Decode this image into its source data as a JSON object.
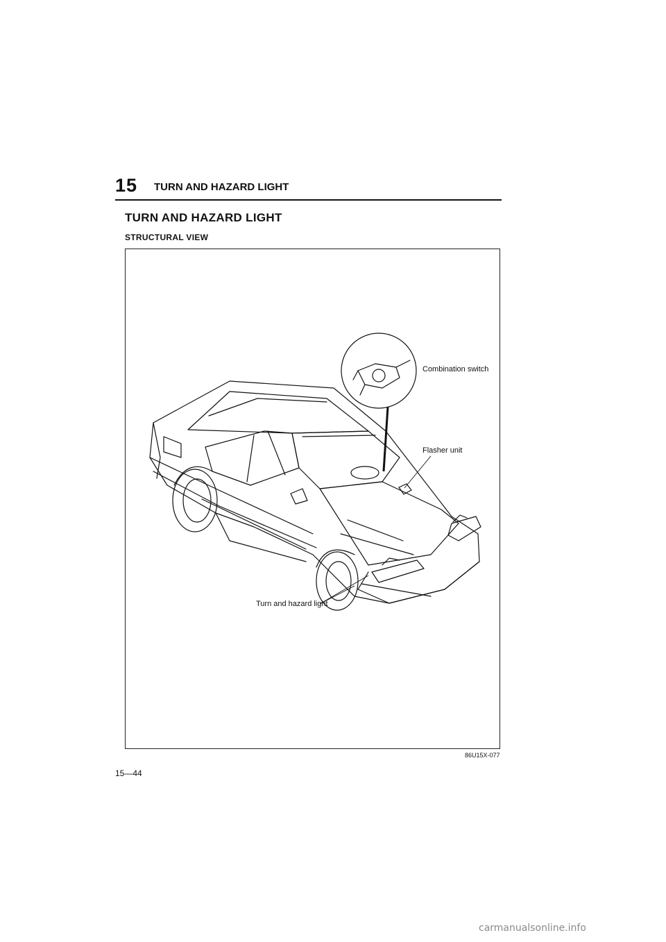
{
  "header": {
    "chapter_number": "15",
    "chapter_title": "TURN AND HAZARD LIGHT"
  },
  "section": {
    "title": "TURN AND HAZARD LIGHT",
    "subtitle": "STRUCTURAL VIEW"
  },
  "figure": {
    "callouts": {
      "combination_switch": "Combination switch",
      "flasher_unit": "Flasher unit",
      "turn_hazard_light": "Turn and hazard light"
    },
    "code": "86U15X-077"
  },
  "footer": {
    "page_number": "15—44"
  },
  "watermark": "carmanualsonline.info"
}
